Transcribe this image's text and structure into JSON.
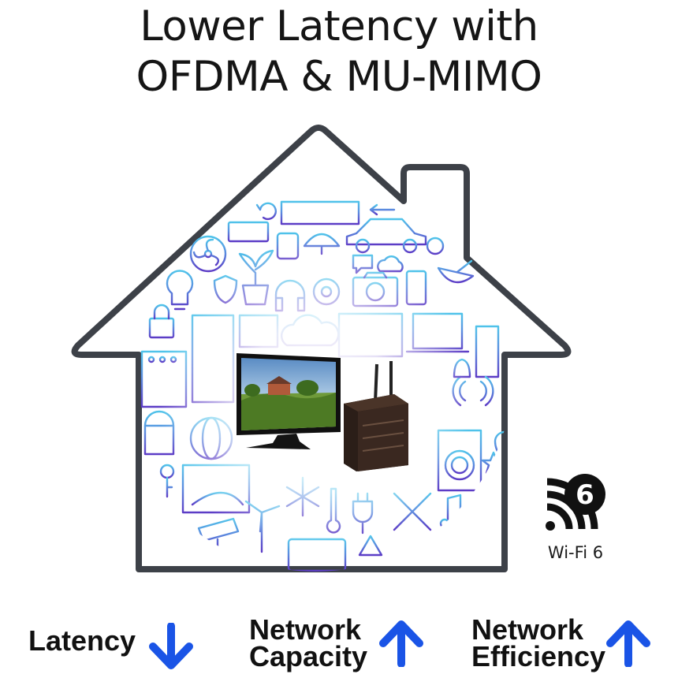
{
  "headline": {
    "line1": "Lower Latency with",
    "line2": "OFDMA & MU-MIMO"
  },
  "colors": {
    "house_outline": "#3d4148",
    "icon_light_blue": "#45b6e8",
    "icon_purple": "#5a3fc4",
    "arrow_blue": "#1a54e6",
    "text": "#111111"
  },
  "badge": {
    "number": "6",
    "label": "Wi-Fi 6",
    "icon": "wifi-6-icon"
  },
  "metrics": [
    {
      "line1": "Latency",
      "line2": "",
      "direction": "down",
      "icon": "arrow-down-icon"
    },
    {
      "line1": "Network",
      "line2": "Capacity",
      "direction": "up",
      "icon": "arrow-up-icon"
    },
    {
      "line1": "Network",
      "line2": "Efficiency",
      "direction": "up",
      "icon": "arrow-up-icon"
    }
  ]
}
